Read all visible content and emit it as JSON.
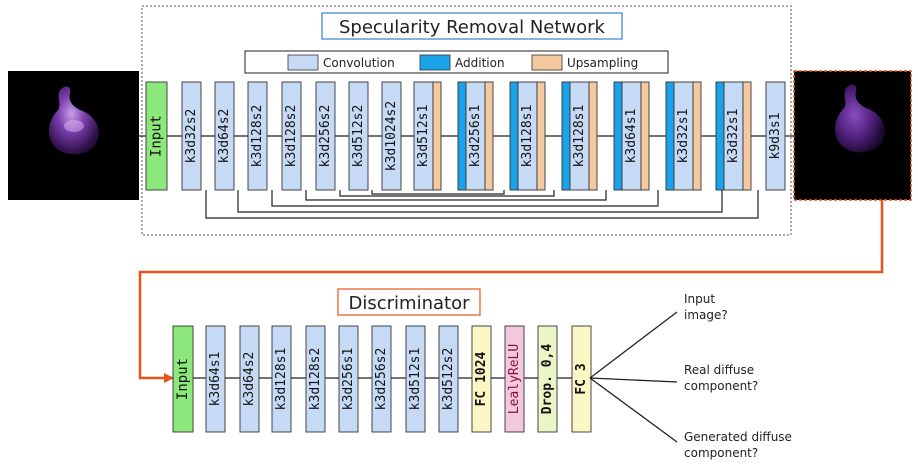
{
  "top_title": "Specularity Removal Network",
  "legend": {
    "items": [
      {
        "label": "Convolution",
        "color": "#c6daf5"
      },
      {
        "label": "Addition",
        "color": "#1aa3e8"
      },
      {
        "label": "Upsampling",
        "color": "#f5c9a0"
      }
    ]
  },
  "generator": {
    "input_label": "Input",
    "layers": [
      {
        "label": "k3d32s2",
        "addition": false,
        "upsampling": false
      },
      {
        "label": "k3d64s2",
        "addition": false,
        "upsampling": false
      },
      {
        "label": "k3d128s2",
        "addition": false,
        "upsampling": false
      },
      {
        "label": "k3d128s2",
        "addition": false,
        "upsampling": false
      },
      {
        "label": "k3d256s2",
        "addition": false,
        "upsampling": false
      },
      {
        "label": "k3d512s2",
        "addition": false,
        "upsampling": false
      },
      {
        "label": "k3d1024s2",
        "addition": false,
        "upsampling": false
      },
      {
        "label": "k3d512s1",
        "addition": false,
        "upsampling": true
      },
      {
        "label": "k3d256s1",
        "addition": true,
        "upsampling": true
      },
      {
        "label": "k3d128s1",
        "addition": true,
        "upsampling": true
      },
      {
        "label": "k3d128s1",
        "addition": true,
        "upsampling": true
      },
      {
        "label": "k3d64s1",
        "addition": true,
        "upsampling": true
      },
      {
        "label": "k3d32s1",
        "addition": true,
        "upsampling": true
      },
      {
        "label": "k3d32s1",
        "addition": true,
        "upsampling": true
      },
      {
        "label": "k9d3s1",
        "addition": false,
        "upsampling": false
      }
    ]
  },
  "discriminator": {
    "title": "Discriminator",
    "input_label": "Input",
    "layers": [
      {
        "label": "k3d64s1",
        "kind": "conv"
      },
      {
        "label": "k3d64s2",
        "kind": "conv"
      },
      {
        "label": "k3d128s1",
        "kind": "conv"
      },
      {
        "label": "k3d128s2",
        "kind": "conv"
      },
      {
        "label": "k3d256s1",
        "kind": "conv"
      },
      {
        "label": "k3d256s2",
        "kind": "conv"
      },
      {
        "label": "k3d512s1",
        "kind": "conv"
      },
      {
        "label": "k3d512s2",
        "kind": "conv"
      },
      {
        "label": "FC 1024",
        "kind": "fc"
      },
      {
        "label": "LealyReLU",
        "kind": "relu"
      },
      {
        "label": "Drop. 0,4",
        "kind": "drop"
      },
      {
        "label": "FC 3",
        "kind": "fc"
      }
    ],
    "outputs": [
      {
        "line1": "Input",
        "line2": "image?"
      },
      {
        "line1": "Real diffuse",
        "line2": "component?"
      },
      {
        "line1": "Generated diffuse",
        "line2": "component?"
      }
    ]
  },
  "colors": {
    "input_fill": "#8ce87a",
    "conv_fill": "#c6daf5",
    "addition_fill": "#1aa3e8",
    "upsampling_fill": "#f5c9a0",
    "fc_fill": "#fbf7c4",
    "relu_fill": "#f2c8dc",
    "drop_fill": "#eaf5c8",
    "arrow": "#e8541a",
    "title_border_top": "#3a7fd0",
    "title_border_disc": "#e8541a"
  },
  "images": {
    "input_icon": "purple-specular-object-image",
    "output_icon": "purple-diffuse-object-image"
  }
}
